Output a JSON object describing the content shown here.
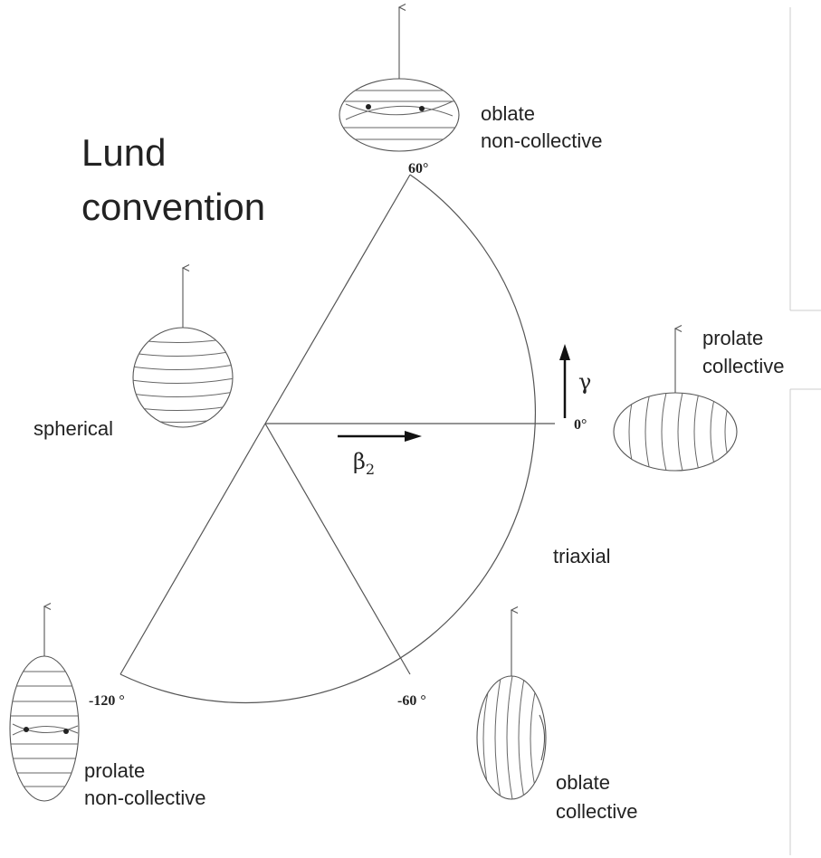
{
  "title": {
    "line1": "Lund",
    "line2": "convention"
  },
  "angles": {
    "a60": "60°",
    "a0": "0°",
    "am60": "-60 °",
    "am120": "-120 °"
  },
  "axes": {
    "gamma": "γ",
    "beta_main": "β",
    "beta_sub": "2"
  },
  "shapes": {
    "oblate_noncollective": {
      "line1": "oblate",
      "line2": "non-collective"
    },
    "prolate_collective": {
      "line1": "prolate",
      "line2": "collective"
    },
    "spherical": {
      "label": "spherical"
    },
    "triaxial": {
      "label": "triaxial"
    },
    "prolate_noncollective": {
      "line1": "prolate",
      "line2": "non-collective"
    },
    "oblate_collective": {
      "line1": "oblate",
      "line2": "collective"
    }
  },
  "colors": {
    "line": "#555555",
    "text": "#222222",
    "arrow": "#111111"
  }
}
